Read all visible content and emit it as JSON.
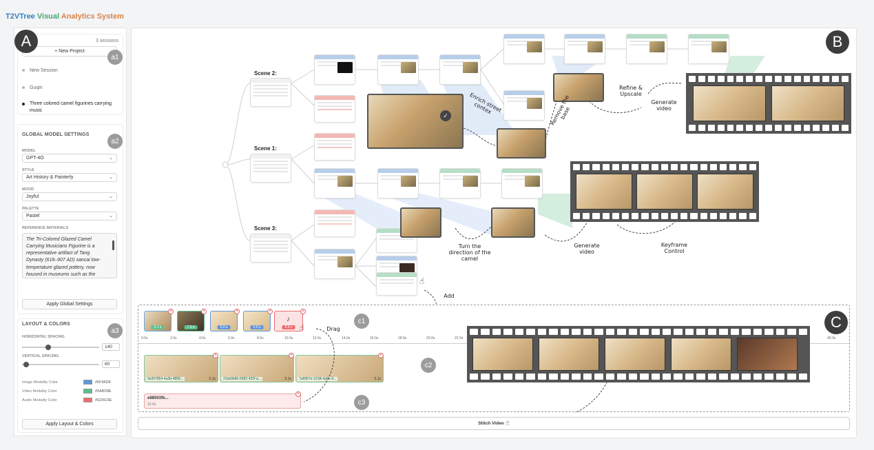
{
  "app_title": {
    "part1": "T2VTree",
    "part2": "Visual",
    "part3": "Analytics System"
  },
  "badges": {
    "A": "A",
    "B": "B",
    "C": "C",
    "a1": "a1",
    "a2": "a2",
    "a3": "a3",
    "c1": "c1",
    "c2": "c2",
    "c3": "c3"
  },
  "sessions": {
    "count": "3 sessions",
    "new_project": "+ New Project",
    "items": [
      "New Session",
      "Guqin",
      "Three colored camel figurines carrying music"
    ]
  },
  "global_settings": {
    "title": "GLOBAL MODEL SETTINGS",
    "model_label": "MODEL",
    "model_value": "GPT-4O",
    "style_label": "STYLE",
    "style_value": "Art History & Painterly",
    "mood_label": "MOOD",
    "mood_value": "Joyful",
    "palette_label": "PALETTE",
    "palette_value": "Pastel",
    "reference_label": "REFERENCE MATERIALS",
    "reference_text": "The Tri-Colored Glazed Camel Carrying Musicians Figurine is a representative artifact of Tang Dynasty (618–907 AD) sancai low-temperature glazed pottery, now housed in museums such as the",
    "apply": "Apply Global Settings"
  },
  "layout_colors": {
    "title": "LAYOUT & COLORS",
    "h_label": "HORIZONTAL SPACING",
    "h_value": "140",
    "h_level": 0.33,
    "v_label": "VERTICAL SPACING",
    "v_value": "60",
    "v_level": 0.02,
    "image_label": "Image Modality Color",
    "image_color": "#5F96D8",
    "video_label": "Video Modality Color",
    "video_color": "#5ABF8E",
    "audio_label": "Audio Modality Color",
    "audio_color": "#ED6C6E",
    "apply": "Apply Layout & Colors"
  },
  "tree": {
    "scenes": [
      "Scene 2:",
      "Scene 1:",
      "Scene 3:"
    ],
    "annotations": {
      "enrich": "Enrich street contex",
      "remove": "Remove the base",
      "refine": "Refine & Upscale",
      "generate_top": "Generate video",
      "turn": "Turn the direction of the camel",
      "generate_mid": "Generate video",
      "keyframe": "Keyframe Control",
      "add": "Add",
      "drag": "Drag"
    }
  },
  "timeline": {
    "clip_durations": [
      "5.1 s",
      "7.3 s",
      "5.0 s",
      "5.0 s",
      "9.9 s"
    ],
    "ticks": [
      "0.0s",
      "2.0s",
      "4.0s",
      "6.0s",
      "8.0s",
      "10.0s",
      "12.0s",
      "14.0s",
      "16.0s",
      "18.0s",
      "20.0s",
      "22.0s",
      "40.0s"
    ],
    "video_clips": [
      {
        "id": "0e357854-4a3b-4858...",
        "dur": "5.1s"
      },
      {
        "id": "22ab9b86-6992-432f-a...",
        "dur": "5.1s"
      },
      {
        "id": "7af6f57e-101B-4a6e-9...",
        "dur": "5.1s"
      }
    ],
    "audio_clip": {
      "id": "e88503fb...",
      "dur": "10.0s"
    }
  },
  "stitch": "Stitch Video"
}
